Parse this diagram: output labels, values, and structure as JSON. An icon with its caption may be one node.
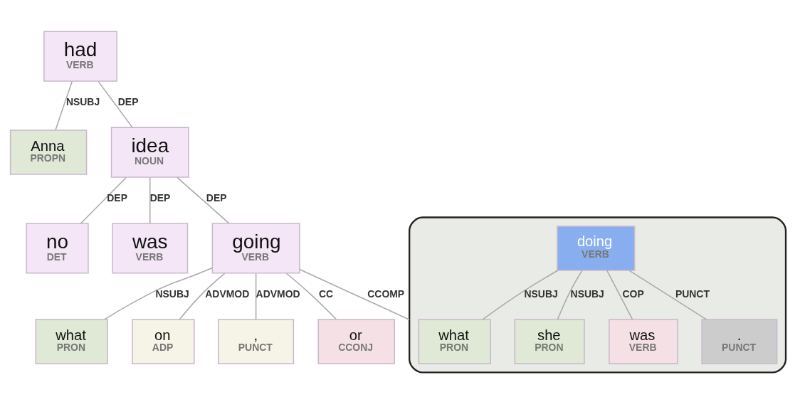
{
  "diagram": {
    "nodes": [
      {
        "text": [
          "Anna",
          "PROPN"
        ]
      },
      {
        "text": [
          "had",
          "VERB"
        ]
      },
      {
        "text": [
          "idea",
          "NOUN"
        ]
      },
      {
        "text": [
          "no",
          "DET"
        ]
      },
      {
        "text": [
          "was",
          "VERB"
        ]
      },
      {
        "text": [
          "what",
          "PRON"
        ]
      },
      {
        "text": [
          "going",
          "VERB"
        ]
      },
      {
        "text": [],
        "shape": "box"
      },
      {
        "text": [
          "what",
          "PRON"
        ],
        "in": 7
      },
      {
        "text": [
          "doing",
          "VERB"
        ],
        "in": 7
      },
      {
        "text": [
          "she",
          "PRON"
        ],
        "in": 7
      },
      {
        "text": [
          "was",
          "VERB"
        ],
        "in": 7
      },
      {
        "text": [
          ".",
          "PUNCT"
        ],
        "in": 7
      },
      {
        "text": [
          "on",
          "ADP"
        ]
      },
      {
        "text": [
          ",",
          "PUNCT"
        ]
      },
      {
        "text": [
          "or",
          "CCONJ"
        ]
      }
    ],
    "edges": [
      {
        "from": 1,
        "to": 0,
        "arrow": "none",
        "label": "NSUBJ"
      },
      {
        "from": 1,
        "to": 2,
        "arrow": "none",
        "label": "DEP"
      },
      {
        "from": 2,
        "to": 3,
        "arrow": "none",
        "label": "DEP"
      },
      {
        "from": 2,
        "to": 4,
        "arrow": "none",
        "label": "DEP"
      },
      {
        "from": 2,
        "to": 6,
        "arrow": "none",
        "label": "DEP"
      },
      {
        "from": 6,
        "to": 5,
        "arrow": "none",
        "label": "NSUBJ"
      },
      {
        "from": 6,
        "to": 7,
        "arrow": "none",
        "label": "CCOMP"
      },
      {
        "from": 9,
        "to": 8,
        "arrow": "none",
        "label": "NSUBJ"
      },
      {
        "from": 9,
        "to": 10,
        "arrow": "none",
        "label": "NSUBJ"
      },
      {
        "from": 9,
        "to": 11,
        "arrow": "none",
        "label": "COP"
      },
      {
        "from": 9,
        "to": 12,
        "arrow": "none",
        "label": "PUNCT"
      },
      {
        "from": 6,
        "to": 13,
        "arrow": "none",
        "label": "ADVMOD"
      },
      {
        "from": 6,
        "to": 14,
        "arrow": "none",
        "label": "ADVMOD"
      },
      {
        "from": 6,
        "to": 15,
        "arrow": "none",
        "label": "CC"
      }
    ]
  }
}
